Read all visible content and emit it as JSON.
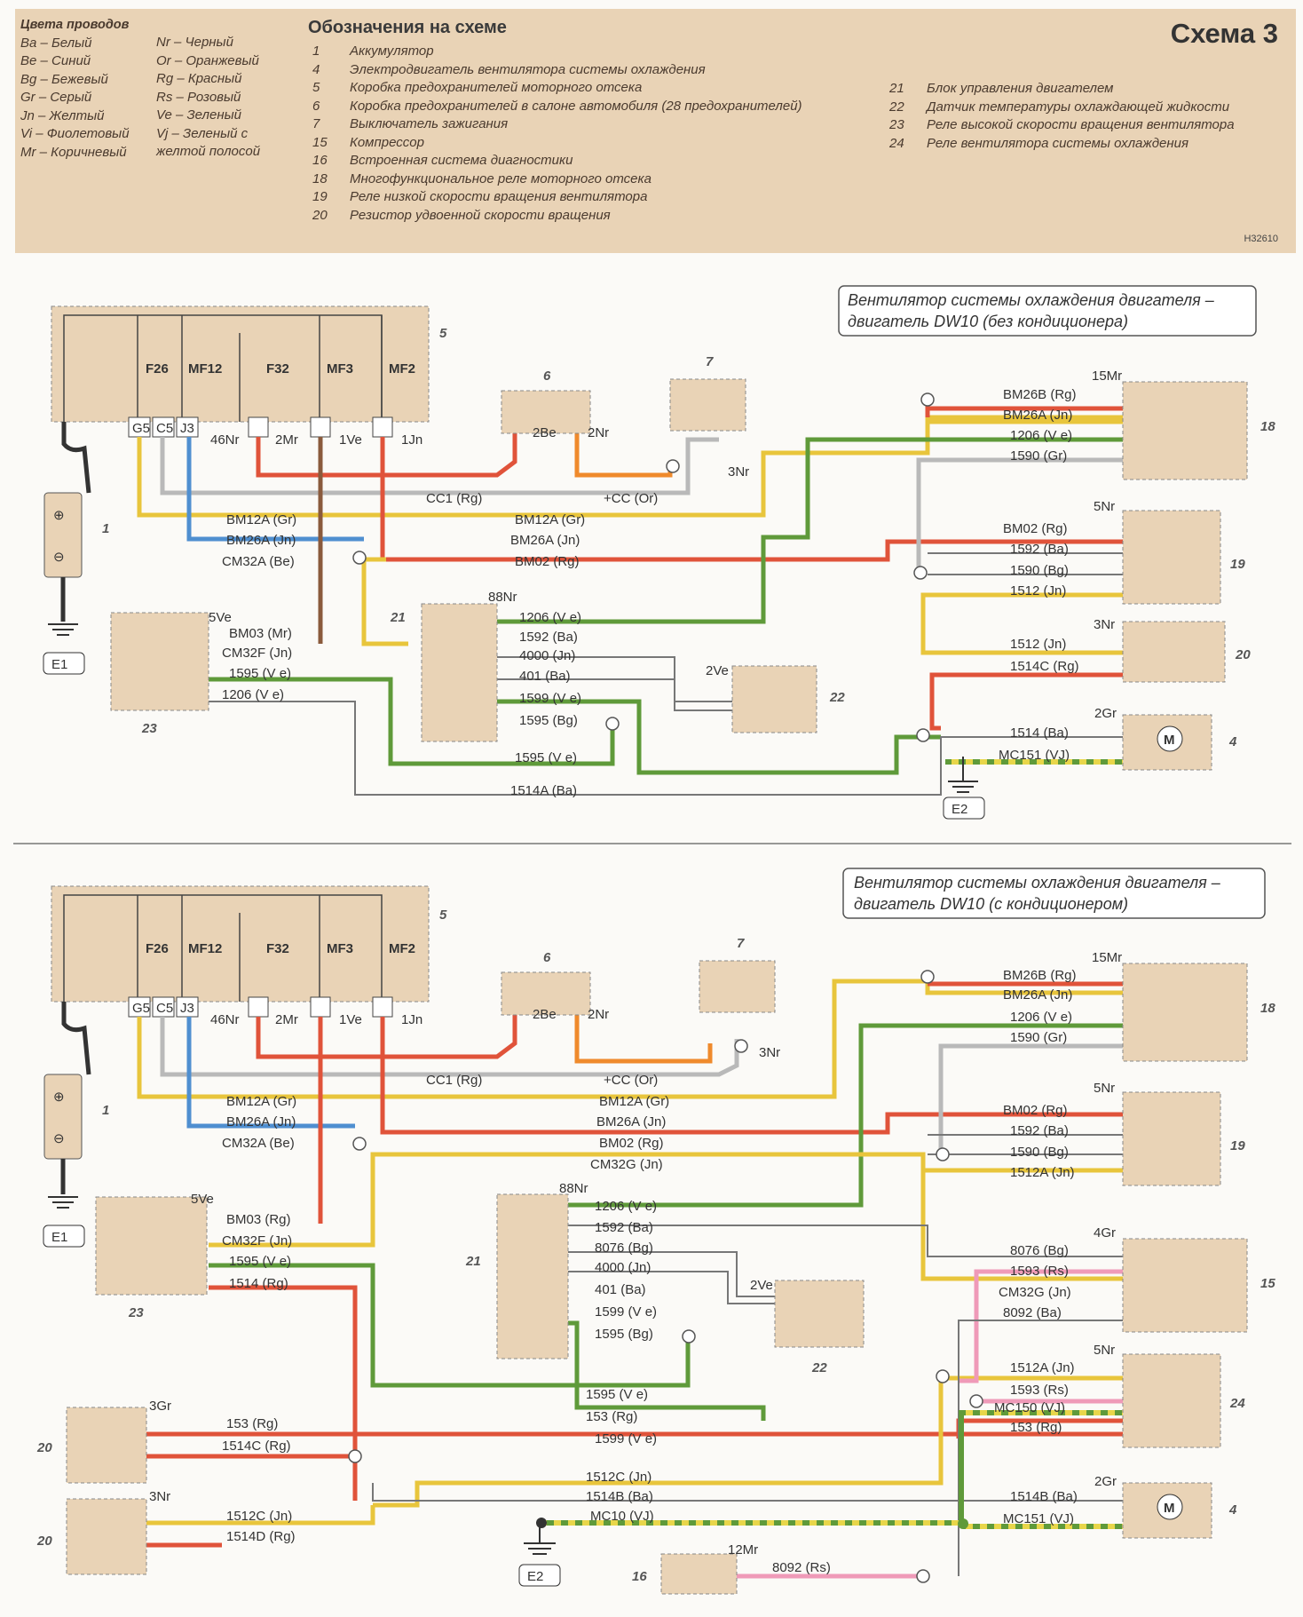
{
  "schema_title": "Схема 3",
  "image_code": "Н32610",
  "wire_colors": {
    "title": "Цвета проводов",
    "items": [
      "Ba – Белый",
      "Be – Синий",
      "Bg – Бежевый",
      "Gr – Серый",
      "Jn – Желтый",
      "Vi – Фиолетовый",
      "Mr – Коричневый",
      "Nr – Черный",
      "Or – Оранжевый",
      "Rg – Красный",
      "Rs – Розовый",
      "Ve – Зеленый",
      "Vj – Зеленый с",
      "желтой полосой"
    ]
  },
  "designations": {
    "title": "Обозначения на схеме",
    "items": [
      {
        "n": "1",
        "text": "Аккумулятор"
      },
      {
        "n": "4",
        "text": "Электродвигатель вентилятора системы охлаждения"
      },
      {
        "n": "5",
        "text": "Коробка предохранителей моторного отсека"
      },
      {
        "n": "6",
        "text": "Коробка предохранителей в салоне автомобиля (28 предохранителей)"
      },
      {
        "n": "7",
        "text": "Выключатель зажигания"
      },
      {
        "n": "15",
        "text": "Компрессор"
      },
      {
        "n": "16",
        "text": "Встроенная система диагностики"
      },
      {
        "n": "18",
        "text": "Многофункциональное реле моторного отсека"
      },
      {
        "n": "19",
        "text": "Реле низкой скорости вращения вентилятора"
      },
      {
        "n": "20",
        "text": "Резистор удвоенной скорости вращения"
      },
      {
        "n": "21",
        "text": "Блок управления двигателем"
      },
      {
        "n": "22",
        "text": "Датчик температуры охлаждающей жидкости"
      },
      {
        "n": "23",
        "text": "Реле высокой скорости вращения вентилятора"
      },
      {
        "n": "24",
        "text": "Реле вентилятора системы охлаждения"
      }
    ]
  },
  "diagram1": {
    "title_line1": "Вентилятор системы охлаждения двигателя –",
    "title_line2": "двигатель DW10 (без кондиционера)",
    "wires": [
      "CC1 (Rg)",
      "+CC (Or)",
      "BM12A (Gr)",
      "BM26A (Jn)",
      "CM32A (Be)",
      "BM02 (Rg)",
      "BM26B (Rg)",
      "1206 (V e)",
      "1590 (Gr)",
      "1592 (Ba)",
      "1590 (Bg)",
      "1512 (Jn)",
      "1514C (Rg)",
      "1514 (Ba)",
      "MC151 (VJ)",
      "BM03 (Mr)",
      "CM32F (Jn)",
      "1595 (V e)",
      "1514A (Ba)",
      "1206 (V e)",
      "1592 (Ba)",
      "4000 (Jn)",
      "401 (Ba)",
      "1599 (V e)",
      "1595 (Bg)"
    ],
    "connectors": [
      "46Nr",
      "2Mr",
      "1Ve",
      "1Jn",
      "2Be",
      "2Nr",
      "3Nr",
      "15Mr",
      "5Nr",
      "3Nr",
      "2Gr",
      "5Ve",
      "88Nr",
      "2Ve"
    ],
    "grounds": [
      "E1",
      "E2"
    ]
  },
  "diagram2": {
    "title_line1": "Вентилятор системы охлаждения двигателя –",
    "title_line2": "двигатель DW10 (с кондиционером)",
    "wires": [
      "CC1 (Rg)",
      "+CC (Or)",
      "BM12A (Gr)",
      "BM26A (Jn)",
      "CM32A (Be)",
      "BM02 (Rg)",
      "CM32G (Jn)",
      "BM03 (Rg)",
      "CM32F (Jn)",
      "1595 (V e)",
      "1514 (Rg)",
      "1206 (V e)",
      "1592 (Ba)",
      "8076 (Bg)",
      "4000 (Jn)",
      "401 (Ba)",
      "1599 (V e)",
      "1595 (Bg)",
      "8076 (Bg)",
      "1593 (Rs)",
      "CM32G (Jn)",
      "8092 (Ba)",
      "1512A (Jn)",
      "1593 (Rs)",
      "MC150 (VJ)",
      "153 (Rg)",
      "1514B (Ba)",
      "MC151 (VJ)",
      "153 (Rg)",
      "1514C (Rg)",
      "1512C (Jn)",
      "1514D (Rg)",
      "MC10 (VJ)",
      "8092 (Rs)"
    ],
    "connectors": [
      "46Nr",
      "2Mr",
      "1Ve",
      "1Jn",
      "2Be",
      "2Nr",
      "3Nr",
      "15Mr",
      "5Nr",
      "4Gr",
      "5Nr",
      "2Gr",
      "5Ve",
      "88Nr",
      "2Ve",
      "3Gr",
      "3Nr",
      "12Mr"
    ],
    "grounds": [
      "E1",
      "E2"
    ]
  },
  "fuses": [
    "F26",
    "MF12",
    "F32",
    "MF3",
    "MF2"
  ],
  "pins": [
    "G5",
    "C5",
    "J3"
  ],
  "colors": {
    "red": "#e0533a",
    "yellow": "#e8c53c",
    "green": "#5f9a3a",
    "gray": "#b9b9b9",
    "blue": "#4f8fd0",
    "brown": "#8a5a3c",
    "orange": "#ef8a2c",
    "pink": "#ef9ab8",
    "component": "#e9d3b6"
  }
}
